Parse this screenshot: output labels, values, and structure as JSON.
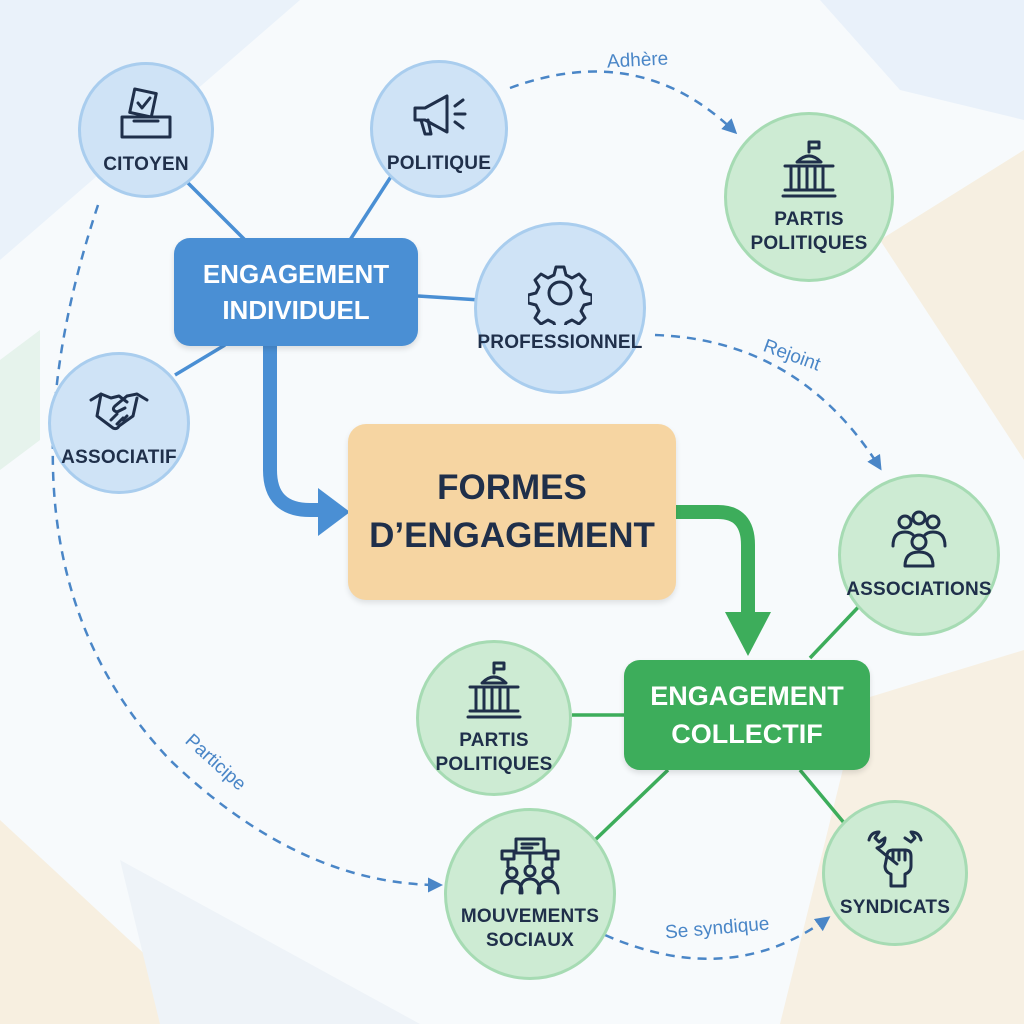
{
  "nodes": {
    "citoyen": "CITOYEN",
    "politique": "POLITIQUE",
    "partis_top": "PARTIS\nPOLITIQUES",
    "professionnel": "PROFESSIONNEL",
    "associatif": "ASSOCIATIF",
    "associations": "ASSOCIATIONS",
    "partis_bottom": "PARTIS\nPOLITIQUES",
    "mouvements": "MOUVEMENTS\nSOCIAUX",
    "syndicats": "SYNDICATS"
  },
  "boxes": {
    "individuel": "ENGAGEMENT\nINDIVIDUEL",
    "formes": "FORMES\nD’ENGAGEMENT",
    "collectif": "ENGAGEMENT\nCOLLECTIF"
  },
  "relations": {
    "adhere": "Adhère",
    "rejoint": "Rejoint",
    "participe": "Participe",
    "se_syndique": "Se syndique"
  },
  "icons": {
    "citoyen": "ballot-box-icon",
    "politique": "megaphone-icon",
    "partis_top": "parliament-icon",
    "professionnel": "gear-icon",
    "associatif": "handshake-icon",
    "associations": "group-icon",
    "partis_bottom": "parliament-icon",
    "mouvements": "protest-icon",
    "syndicats": "wrench-fist-icon"
  },
  "colors": {
    "blue_circle": "#cfe3f6",
    "green_circle": "#cdebd3",
    "blue_box": "#4a8fd4",
    "green_box": "#3dad5b",
    "center_box": "#f6d5a2",
    "dashed_arrow": "#4a86c7",
    "text_dark": "#1f2f4a"
  }
}
